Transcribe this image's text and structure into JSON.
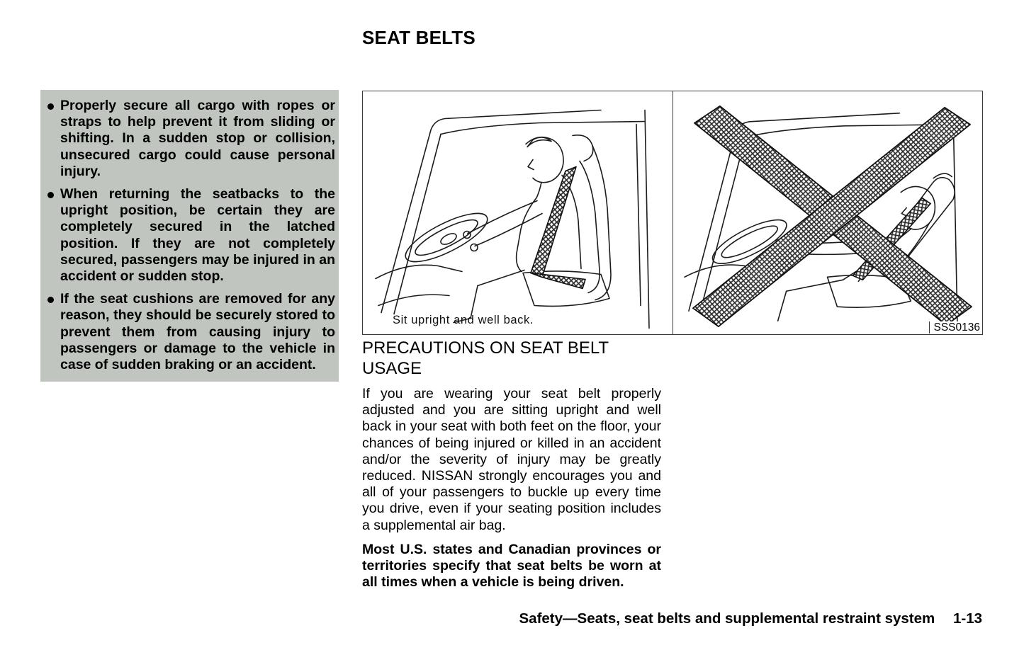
{
  "page": {
    "title": "SEAT BELTS",
    "footer": {
      "text": "Safety—Seats, seat belts and supplemental restraint system",
      "page_number": "1-13"
    }
  },
  "sidebar": {
    "bullets": [
      "Properly secure all cargo with ropes or straps to help prevent it from sliding or shifting. In a sudden stop or collision, unsecured cargo could cause personal injury.",
      "When returning the seatbacks to the upright position, be certain they are completely secured in the latched position. If they are not completely secured, passengers may be injured in an accident or sudden stop.",
      "If the seat cushions are removed for any reason, they should be securely stored to prevent them from causing injury to passengers or damage to the vehicle in case of sudden braking or an accident."
    ]
  },
  "figure": {
    "caption": "Sit upright and well back.",
    "code": "SSS0136",
    "left_illustration": "driver-correct-upright-posture-illustration",
    "right_illustration": "driver-reclined-posture-crossed-out-illustration"
  },
  "main": {
    "heading": "PRECAUTIONS ON SEAT BELT USAGE",
    "paragraph": "If you are wearing your seat belt properly adjusted and you are sitting upright and well back in your seat with both feet on the floor, your chances of being injured or killed in an accident and/or the severity of injury may be greatly reduced. NISSAN strongly encourages you and all of your passengers to buckle up every time you drive, even if your seating position includes a supplemental air bag.",
    "bold_paragraph": "Most U.S. states and Canadian provinces or territories specify that seat belts be worn at all times when a vehicle is being driven."
  }
}
